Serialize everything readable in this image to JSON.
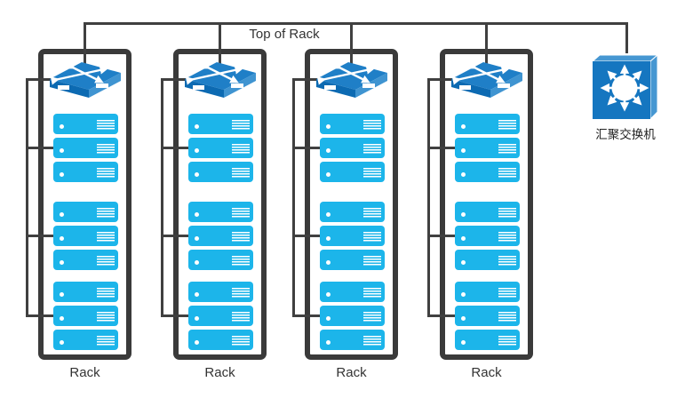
{
  "diagram": {
    "top_label": "Top of Rack",
    "racks": [
      {
        "label": "Rack"
      },
      {
        "label": "Rack"
      },
      {
        "label": "Rack"
      },
      {
        "label": "Rack"
      }
    ],
    "rack_contents": {
      "switch_icon": "tor-switch-icon",
      "server_icon": "server-icon",
      "server_groups": 3,
      "servers_per_group": 3
    },
    "aggregation_switch": {
      "label": "汇聚交换机",
      "icon": "aggregation-switch-icon"
    },
    "colors": {
      "line": "#404040",
      "rack_border": "#3a3a3a",
      "server_fill": "#1cb5ea",
      "switch_top": "#1f7fc7",
      "switch_front": "#0c6ab2",
      "switch_side": "#3f94d1",
      "cube_front": "#1576c0",
      "cube_top": "#4697d2",
      "cube_side": "#4697d2",
      "text": "#333333"
    }
  }
}
